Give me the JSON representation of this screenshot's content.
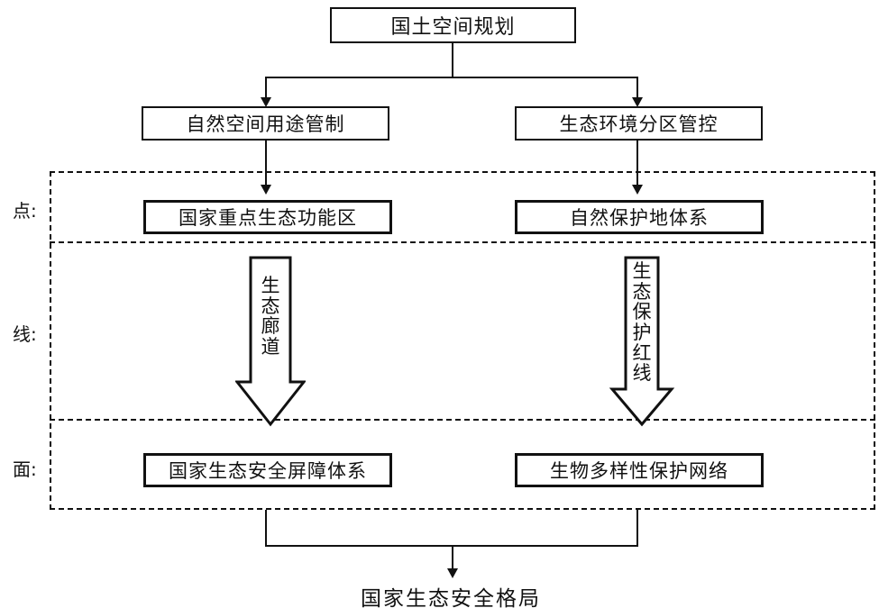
{
  "diagram": {
    "title_box": {
      "label": "国土空间规划"
    },
    "level2": [
      {
        "label": "自然空间用途管制"
      },
      {
        "label": "生态环境分区管控"
      }
    ],
    "row_labels": [
      {
        "label": "点:"
      },
      {
        "label": "线:"
      },
      {
        "label": "面:"
      }
    ],
    "point_row": [
      {
        "label": "国家重点生态功能区"
      },
      {
        "label": "自然保护地体系"
      }
    ],
    "line_row": [
      {
        "label": "生态廊道",
        "chars": [
          "生",
          "态",
          "廊",
          "道"
        ]
      },
      {
        "label": "生态保护红线",
        "chars": [
          "生",
          "态",
          "保",
          "护",
          "红",
          "线"
        ]
      }
    ],
    "area_row": [
      {
        "label": "国家生态安全屏障体系"
      },
      {
        "label": "生物多样性保护网络"
      }
    ],
    "outcome": {
      "label": "国家生态安全格局"
    },
    "colors": {
      "stroke": "#111111",
      "background": "#ffffff"
    }
  }
}
